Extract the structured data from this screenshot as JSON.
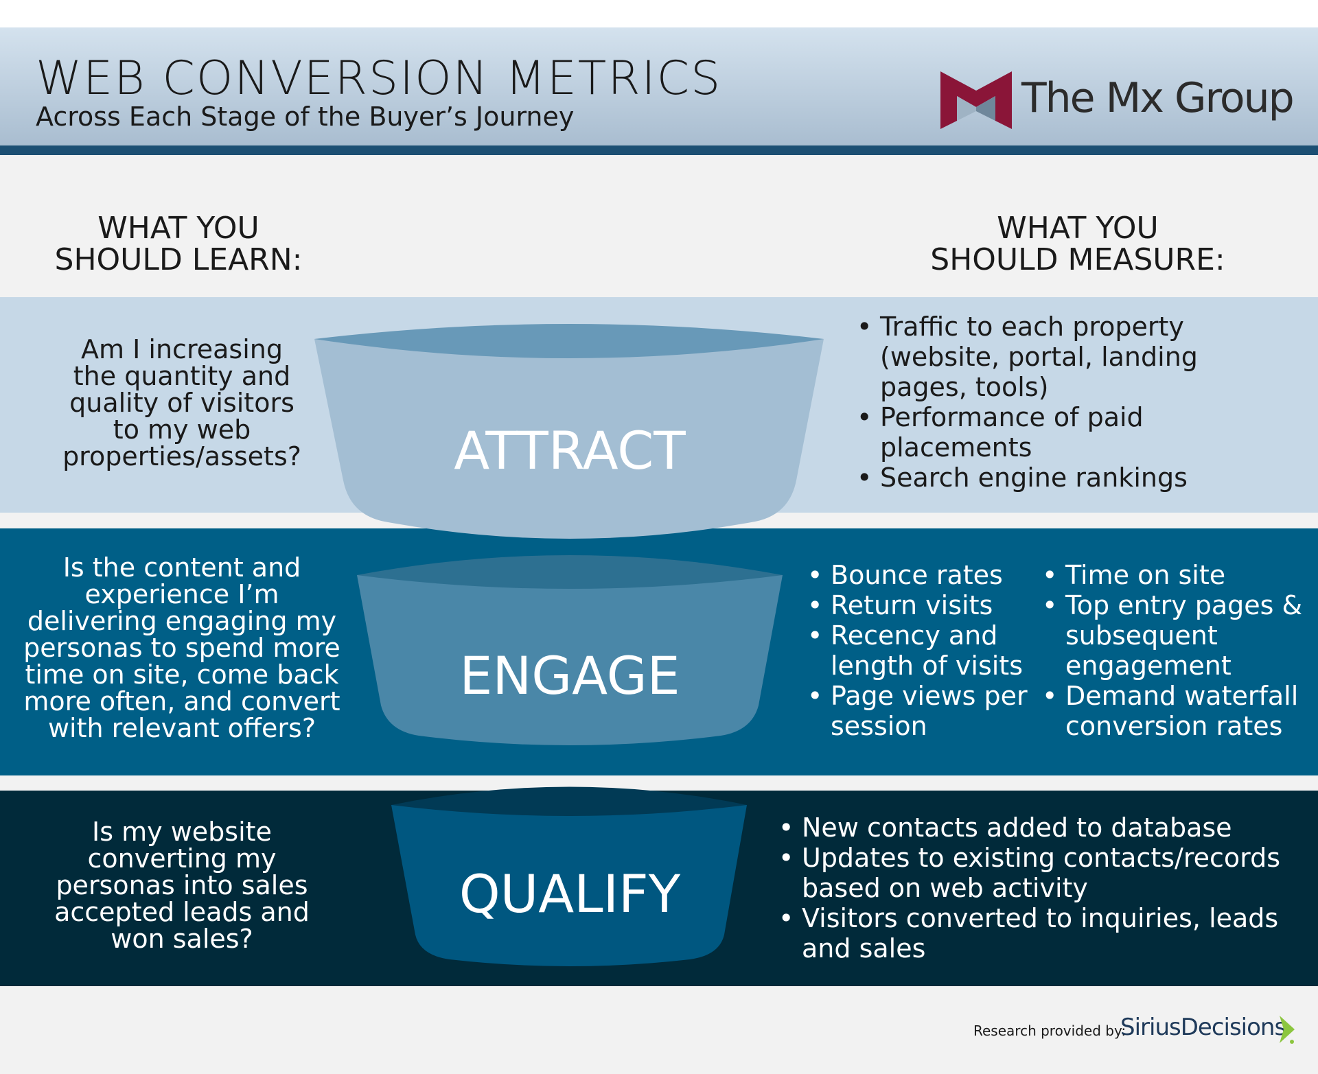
{
  "header": {
    "title": "WEB CONVERSION METRICS",
    "subtitle": "Across Each Stage of the Buyer’s Journey",
    "logo_text": "The Mx Group"
  },
  "columns": {
    "left_heading": [
      "WHAT YOU",
      "SHOULD LEARN:"
    ],
    "right_heading": [
      "WHAT YOU",
      "SHOULD MEASURE:"
    ]
  },
  "stages": [
    {
      "label": "ATTRACT",
      "question": [
        "Am I increasing",
        "the quantity and",
        "quality of visitors",
        "to my web",
        "properties/assets?"
      ],
      "metrics": [
        [
          "Traffic to each property",
          "(website, portal, landing",
          "pages, tools)"
        ],
        [
          "Performance of paid",
          "placements"
        ],
        [
          "Search engine rankings"
        ]
      ]
    },
    {
      "label": "ENGAGE",
      "question": [
        "Is the content and",
        "experience I’m",
        "delivering engaging my",
        "personas to spend more",
        "time on site, come back",
        "more often, and convert",
        "with relevant offers?"
      ],
      "metrics_left": [
        [
          "Bounce rates"
        ],
        [
          "Return visits"
        ],
        [
          "Recency and",
          "length of visits"
        ],
        [
          "Page views per",
          "session"
        ]
      ],
      "metrics_right": [
        [
          "Time on site"
        ],
        [
          "Top entry pages &",
          "subsequent",
          "engagement"
        ],
        [
          "Demand waterfall",
          "conversion rates"
        ]
      ]
    },
    {
      "label": "QUALIFY",
      "question": [
        "Is my website",
        "converting my",
        "personas into sales",
        "accepted leads and",
        "won sales?"
      ],
      "metrics": [
        [
          "New contacts added to database"
        ],
        [
          "Updates to existing contacts/records",
          "based on web activity"
        ],
        [
          "Visitors converted to inquiries, leads",
          "and sales"
        ]
      ]
    }
  ],
  "footer": {
    "research_label": "Research provided by:",
    "sirius_brand": "SiriusDecisions"
  },
  "colors": {
    "attract_band": "#c6d8e7",
    "engage_band": "#005f87",
    "qualify_band": "#012a3a",
    "header_rule": "#1c4f73",
    "logo_maroon": "#8a1538"
  }
}
